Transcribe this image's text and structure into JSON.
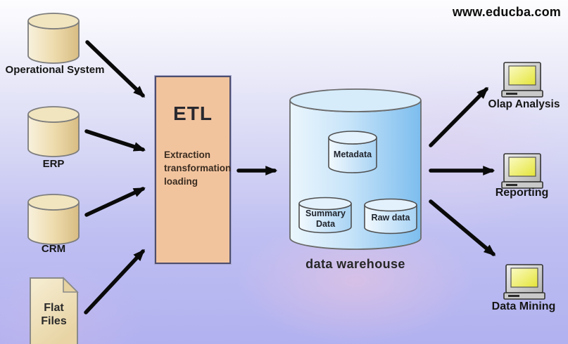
{
  "watermark": {
    "text": "www.educba.com"
  },
  "sources": {
    "operational_system": {
      "label": "Operational System",
      "icon": "database-cylinder"
    },
    "erp": {
      "label": "ERP",
      "icon": "database-cylinder"
    },
    "crm": {
      "label": "CRM",
      "icon": "database-cylinder"
    },
    "flat_files": {
      "label": "Flat\nFiles",
      "icon": "document"
    }
  },
  "etl": {
    "title": "ETL",
    "subtitle": "Extraction\ntransformation\nloading"
  },
  "warehouse": {
    "label": "data warehouse",
    "icon": "database-cylinder",
    "components": {
      "metadata": {
        "label": "Metadata"
      },
      "summary_data": {
        "label": "Summary\nData"
      },
      "raw_data": {
        "label": "Raw data"
      }
    }
  },
  "consumers": {
    "olap": {
      "label": "Olap Analysis",
      "icon": "computer-monitor"
    },
    "reporting": {
      "label": "Reporting",
      "icon": "computer-monitor"
    },
    "data_mining": {
      "label": "Data Mining",
      "icon": "computer-monitor"
    }
  },
  "diagram": {
    "type": "flow",
    "nodes": [
      "Operational System",
      "ERP",
      "CRM",
      "Flat Files",
      "ETL",
      "data warehouse",
      "Metadata",
      "Summary Data",
      "Raw data",
      "Olap Analysis",
      "Reporting",
      "Data Mining"
    ],
    "edges": [
      {
        "from": "Operational System",
        "to": "ETL"
      },
      {
        "from": "ERP",
        "to": "ETL"
      },
      {
        "from": "CRM",
        "to": "ETL"
      },
      {
        "from": "Flat Files",
        "to": "ETL"
      },
      {
        "from": "ETL",
        "to": "data warehouse"
      },
      {
        "from": "data warehouse",
        "to": "Olap Analysis"
      },
      {
        "from": "data warehouse",
        "to": "Reporting"
      },
      {
        "from": "data warehouse",
        "to": "Data Mining"
      }
    ]
  },
  "colors": {
    "background_top": "#fdfdff",
    "background_bottom": "#b1b1f0",
    "etl_fill": "#f2c49e",
    "etl_border": "#4e4e6e",
    "source_cylinder": "#eedcae",
    "warehouse_blue": "#7fbeee",
    "screen_yellow": "#eeee4c",
    "arrow": "#0a0a0a",
    "text": "#161616"
  }
}
